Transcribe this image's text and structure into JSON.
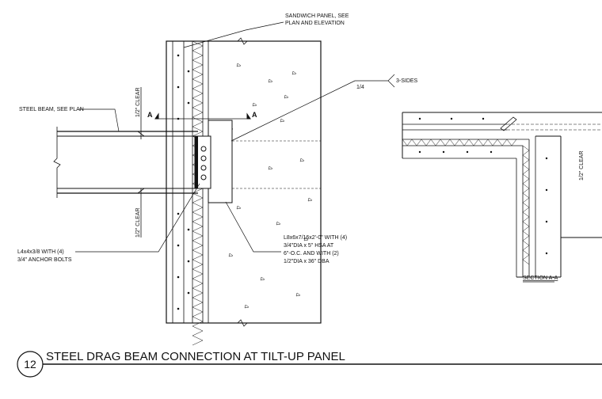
{
  "detail_number": "12",
  "detail_title": "STEEL DRAG BEAM CONNECTION AT TILT-UP PANEL",
  "section_marker": "A",
  "notes": {
    "sandwich_panel_line1": "SANDWICH PANEL, SEE",
    "sandwich_panel_line2": "PLAN AND ELEVATION",
    "steel_beam": "STEEL BEAM, SEE PLAN",
    "clear_upper": "1/2\" CLEAR",
    "clear_lower": "1/2\" CLEAR",
    "clear_section": "1/2\" CLEAR",
    "weld_size": "1/4",
    "weld_sides": "3-SIDES",
    "angle_line1": "L4x4x3/8 WITH (4)",
    "angle_line2": "3/4\" ANCHOR BOLTS",
    "plate_line1": "L8x6x7/16x2'-0\" WITH (4)",
    "plate_line2": "3/4\"DIA x 5\" HSA AT",
    "plate_line3": "6\"-O.C. AND WITH (2)",
    "plate_line4": "1/2\"DIA x 36\" DBA",
    "section_label": "SECTION A-A"
  }
}
